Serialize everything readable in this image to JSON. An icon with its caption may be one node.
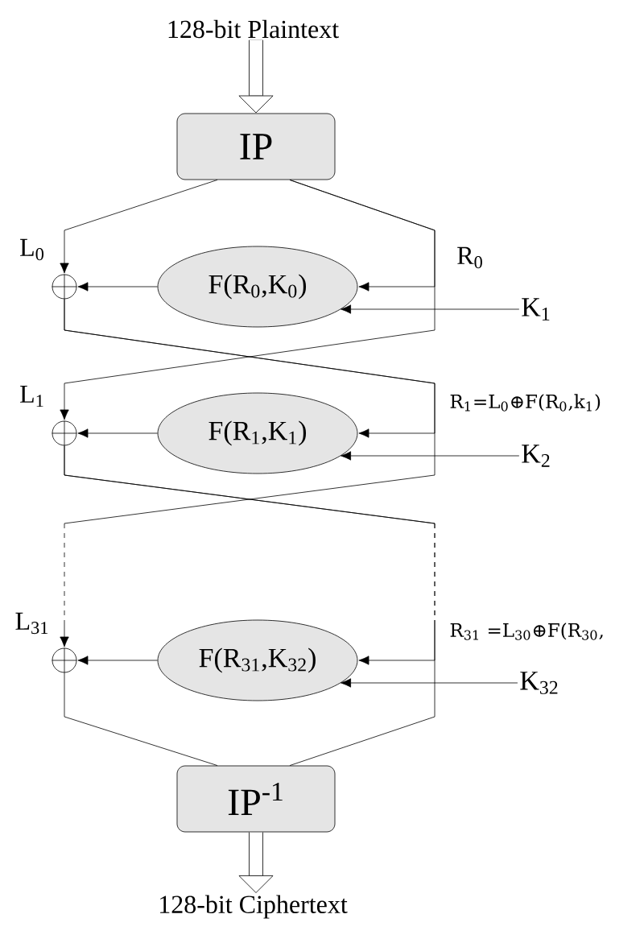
{
  "diagram": {
    "nodes": [
      {
        "text": [
          "128-bit Plaintext"
        ]
      },
      {
        "text": [
          "IP"
        ]
      },
      {
        "text": [],
        "shape": "circle",
        "beside": [
          "L$_{0}$"
        ]
      },
      {
        "text": [
          "F(R$_{0}$,K$_{0}$)"
        ]
      },
      {
        "text": [
          "K$_{1}$"
        ]
      },
      {
        "text": [],
        "shape": "circle",
        "beside": [
          "L$_{1}$"
        ]
      },
      {
        "text": [
          "F(R$_{1}$,K$_{1}$)"
        ]
      },
      {
        "text": [
          "K$_{2}$"
        ]
      },
      {
        "text": [],
        "shape": "circle",
        "beside": [
          "L$_{31}$"
        ]
      },
      {
        "text": [
          "F(R$_{31}$,K$_{32}$)"
        ]
      },
      {
        "text": [
          "K$_{32}$"
        ]
      },
      {
        "text": [
          "IP$^{-1}$"
        ]
      },
      {
        "text": [
          "128-bit Ciphertext"
        ]
      }
    ],
    "edges": [
      {
        "from": 0,
        "to": 1,
        "arrow": "to",
        "style": "thick"
      },
      {
        "from": 1,
        "to": 2,
        "arrow": "to"
      },
      {
        "from": 1,
        "to": 3,
        "arrow": "to"
      },
      {
        "from": 3,
        "to": 2,
        "arrow": "to"
      },
      {
        "from": 4,
        "to": 3,
        "arrow": "to"
      },
      {
        "from": 1,
        "to": 5,
        "arrow": "to"
      },
      {
        "from": 2,
        "to": 6,
        "arrow": "to"
      },
      {
        "from": 6,
        "to": 5,
        "arrow": "to"
      },
      {
        "from": 7,
        "to": 6,
        "arrow": "to"
      },
      {
        "from": 2,
        "to": 8,
        "arrow": "to"
      },
      {
        "from": 5,
        "to": 9,
        "arrow": "to"
      },
      {
        "from": 9,
        "to": 8,
        "arrow": "to"
      },
      {
        "from": 10,
        "to": 9,
        "arrow": "to"
      },
      {
        "from": 8,
        "to": 11,
        "arrow": "none"
      },
      {
        "from": 5,
        "to": 11,
        "arrow": "none"
      },
      {
        "from": 11,
        "to": 12,
        "arrow": "to",
        "style": "thick"
      }
    ],
    "labels": [
      "R$_{0}$",
      "R$_{1}$=L$_{0}$⊕F(R$_{0}$,k$_{1}$)",
      "R$_{31}$ =L$_{30}$⊕F(R$_{30}$,"
    ]
  }
}
